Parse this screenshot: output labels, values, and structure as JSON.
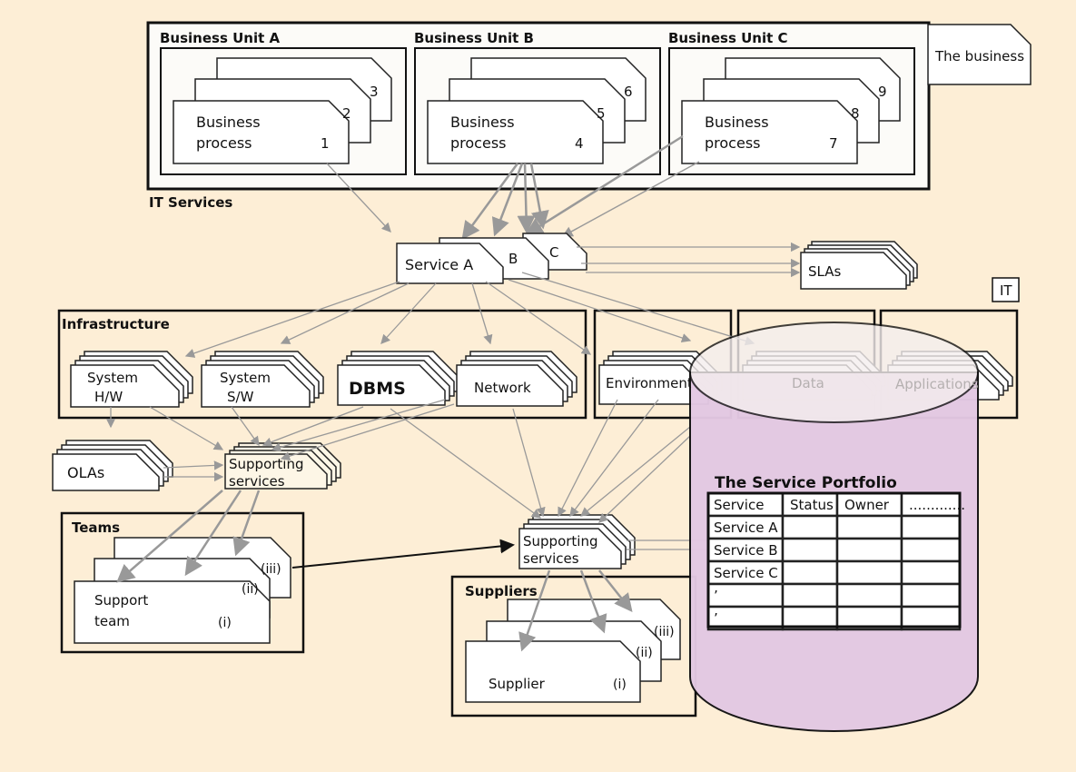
{
  "business": {
    "label": "The business",
    "units": [
      {
        "title": "Business Unit A",
        "process_label": [
          "Business",
          "process"
        ],
        "numbers": [
          "1",
          "2",
          "3"
        ]
      },
      {
        "title": "Business Unit B",
        "process_label": [
          "Business",
          "process"
        ],
        "numbers": [
          "4",
          "5",
          "6"
        ]
      },
      {
        "title": "Business Unit C",
        "process_label": [
          "Business",
          "process"
        ],
        "numbers": [
          "7",
          "8",
          "9"
        ]
      }
    ]
  },
  "it_services": {
    "title": "IT Services",
    "services": [
      "Service A",
      "B",
      "C"
    ],
    "slas": "SLAs",
    "it_tag": "IT"
  },
  "infrastructure": {
    "title": "Infrastructure",
    "items": [
      [
        "System",
        "H/W"
      ],
      [
        "System",
        "S/W"
      ],
      [
        "DBMS"
      ],
      [
        "Network"
      ]
    ],
    "other": [
      "Environment",
      "Data",
      "Applications"
    ]
  },
  "olas": "OLAs",
  "supporting_services": [
    "Supporting",
    "services"
  ],
  "teams": {
    "title": "Teams",
    "card": [
      "Support",
      "team"
    ],
    "numbers": [
      "(i)",
      "(ii)",
      "(iii)"
    ]
  },
  "suppliers": {
    "title": "Suppliers",
    "card": "Supplier",
    "numbers": [
      "(i)",
      "(ii)",
      "(iii)"
    ]
  },
  "portfolio": {
    "title": "The Service Portfolio",
    "columns": [
      "Service",
      "Status",
      "Owner",
      "............."
    ],
    "rows": [
      [
        "Service A",
        "",
        "",
        ""
      ],
      [
        "Service B",
        "",
        "",
        ""
      ],
      [
        "Service C",
        "",
        "",
        ""
      ],
      [
        "’",
        "",
        "",
        ""
      ],
      [
        "’",
        "",
        "",
        ""
      ]
    ]
  },
  "colors": {
    "background": "#fdeed6",
    "cylinder": "#e3c8e3",
    "arrow": "#999999"
  }
}
